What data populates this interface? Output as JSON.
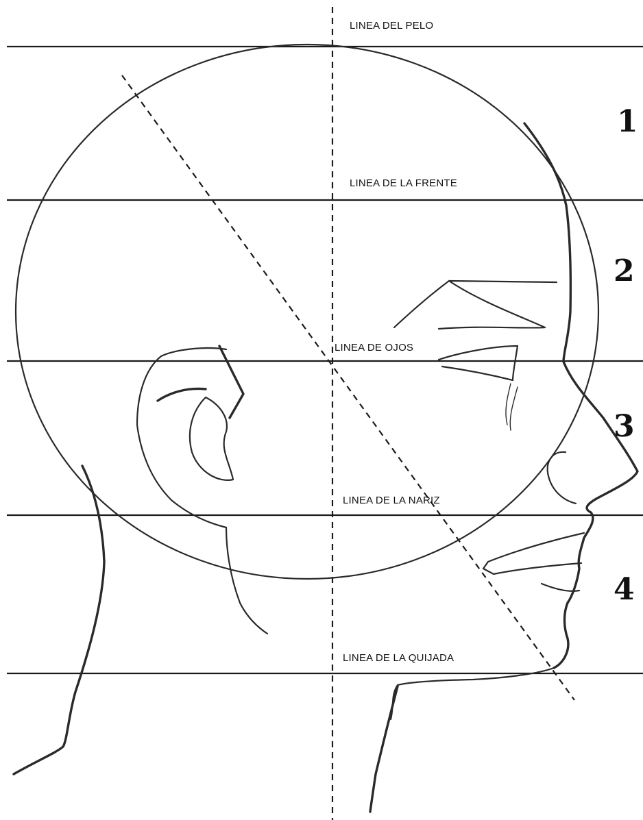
{
  "guide_lines": {
    "hairline": "LINEA DEL PELO",
    "forehead": "LINEA DE LA FRENTE",
    "eyes": "LINEA DE OJOS",
    "nose": "LINEA DE LA NARIZ",
    "jaw": "LINEA DE LA QUIJADA"
  },
  "sections": [
    "1",
    "2",
    "3",
    "4"
  ],
  "colors": {
    "ink": "#1a1a1a",
    "paper": "#ffffff"
  }
}
